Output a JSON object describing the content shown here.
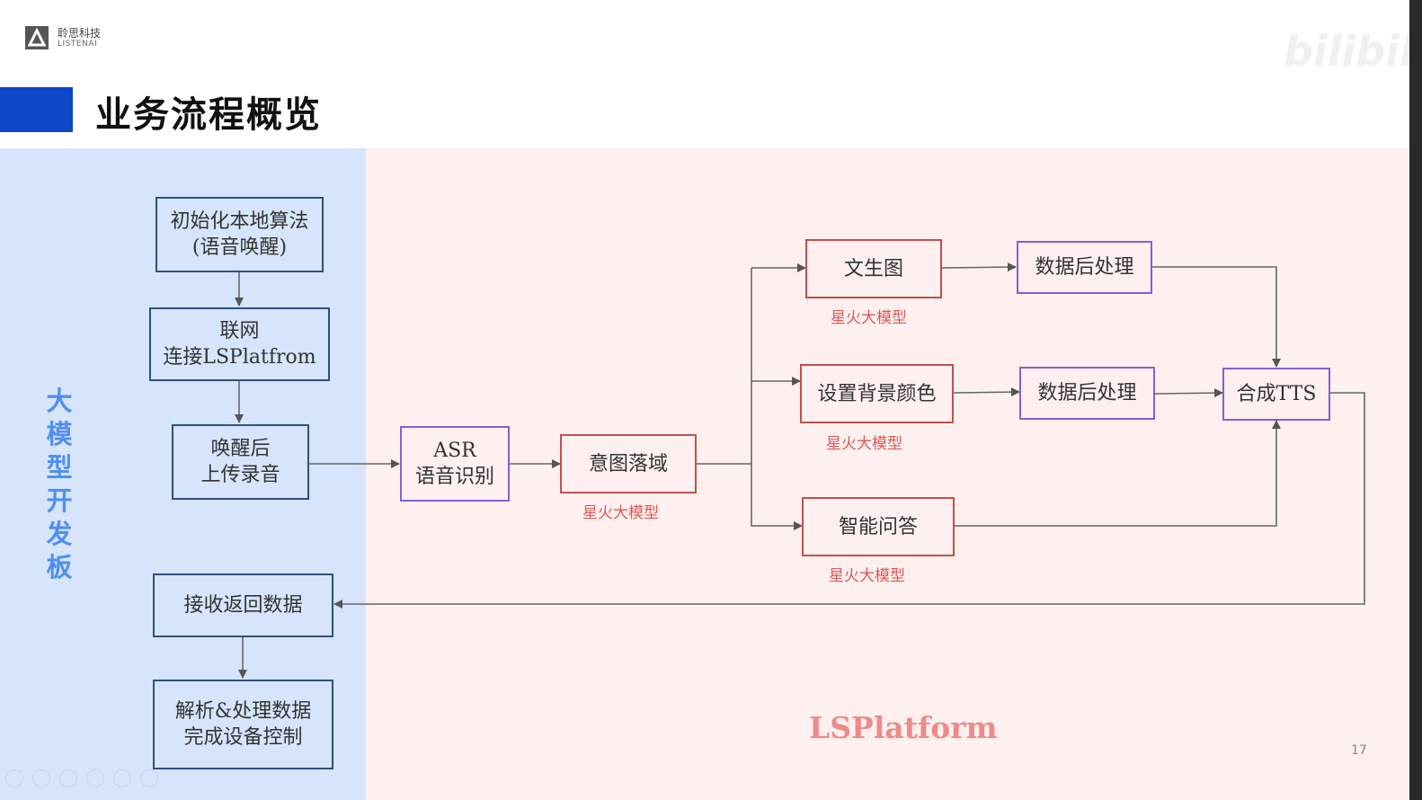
{
  "header": {
    "logo_cn": "聆思科技",
    "logo_en": "LISTENAI",
    "watermark_logo": "bilibili",
    "title": "业务流程概览"
  },
  "left_panel": {
    "label": "大模型开发板",
    "boxes": {
      "init": "初始化本地算法\n(语音唤醒)",
      "connect": "联网\n连接LSPlatfrom",
      "upload": "唤醒后\n上传录音",
      "receive": "接收返回数据",
      "parse": "解析&处理数据\n完成设备控制"
    }
  },
  "right_panel": {
    "label": "LSPlatform",
    "boxes": {
      "asr": "ASR\n语音识别",
      "intent": "意图落域",
      "text2img": "文生图",
      "bgcolor": "设置背景颜色",
      "qa": "智能问答",
      "post1": "数据后处理",
      "post2": "数据后处理",
      "tts": "合成TTS"
    },
    "captions": {
      "intent": "星火大模型",
      "text2img": "星火大模型",
      "bgcolor": "星火大模型",
      "qa": "星火大模型"
    }
  },
  "page_number": "17",
  "colors": {
    "title_accent": "#0b47c7",
    "left_panel_bg": "#d6e5fb",
    "right_panel_bg": "#fdf0ef",
    "box_blue": "#2f4f7f",
    "box_red": "#c0504d",
    "box_purple": "#8a5cd8",
    "caption_red": "#e05757",
    "board_label": "#4f8ff0",
    "platform_label": "#ee8a8a"
  }
}
